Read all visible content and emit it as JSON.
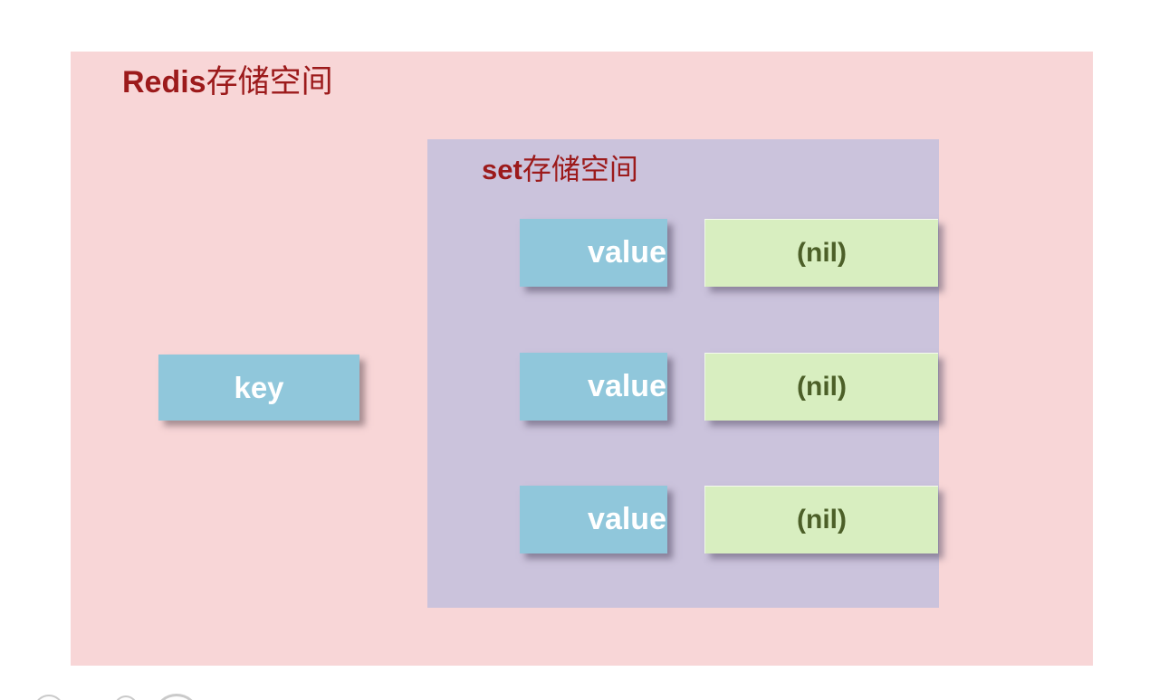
{
  "slide": {
    "background_color": "#FFFFFF"
  },
  "redis_space": {
    "title_prefix": "Redis",
    "title_suffix": "存储空间",
    "bg_color": "#F8D6D7",
    "title_color": "#9C1A1B"
  },
  "set_space": {
    "title_prefix": "set",
    "title_suffix": "存储空间",
    "bg_color": "#CBC3DC",
    "title_color": "#9C1A1B"
  },
  "key_box": {
    "label": "key",
    "bg_color": "#90C7DB",
    "text_color": "#FFFFFF"
  },
  "value_box_style": {
    "bg_color": "#90C7DB",
    "text_color": "#FFFFFF"
  },
  "nil_box_style": {
    "bg_color": "#D8EEC0",
    "text_color": "#4C5F28"
  },
  "entries": [
    {
      "value_label": "value",
      "nil_label": "(nil)"
    },
    {
      "value_label": "value",
      "nil_label": "(nil)"
    },
    {
      "value_label": "value",
      "nil_label": "(nil)"
    }
  ]
}
